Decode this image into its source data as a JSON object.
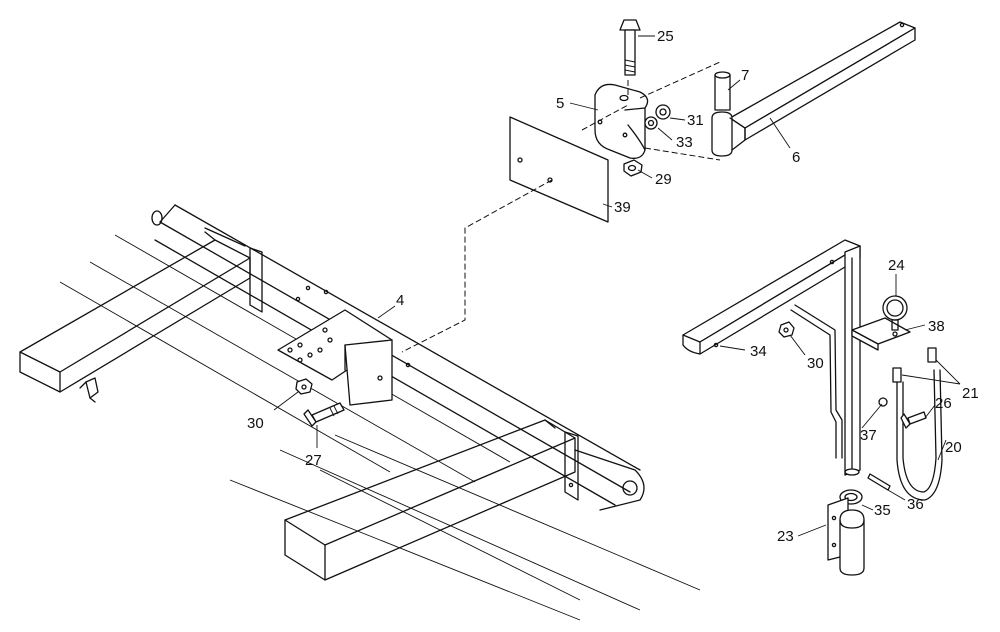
{
  "callouts": {
    "c25": "25",
    "c7": "7",
    "c5": "5",
    "c31": "31",
    "c33": "33",
    "c6": "6",
    "c29": "29",
    "c39": "39",
    "c4": "4",
    "c30a": "30",
    "c27": "27",
    "c24": "24",
    "c38": "38",
    "c34": "34",
    "c30b": "30",
    "c21": "21",
    "c26": "26",
    "c37": "37",
    "c20": "20",
    "c35": "35",
    "c36": "36",
    "c23": "23"
  }
}
